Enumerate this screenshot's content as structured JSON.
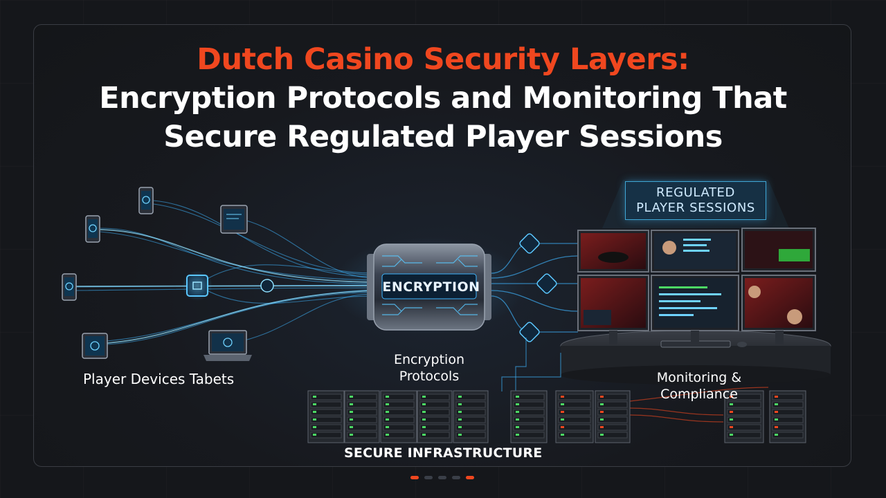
{
  "title": {
    "line1": "Dutch Casino Security Layers:",
    "line2": "Encryption Protocols and Monitoring That",
    "line3": "Secure Regulated Player Sessions"
  },
  "labels": {
    "player_devices": "Player Devices  Tabets",
    "encryption": "ENCRYPTION",
    "encryption_protocols_1": "Encryption",
    "encryption_protocols_2": "Protocols",
    "regulated_sessions_1": "REGULATED",
    "regulated_sessions_2": "PLAYER SESSIONS",
    "monitoring_1": "Monitoring &",
    "monitoring_2": "Compliance",
    "infrastructure": "SECURE INFRASTRUCTURE"
  },
  "colors": {
    "accent": "#f0471f",
    "glow": "#3fb6ff",
    "background": "#15171b",
    "text": "#ffffff"
  },
  "pager": {
    "active_indices": [
      0,
      4
    ],
    "count": 5
  }
}
